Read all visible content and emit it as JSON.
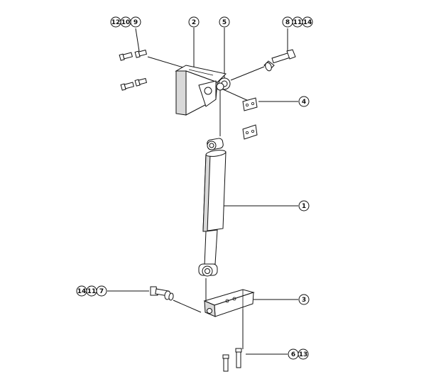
{
  "callouts": {
    "c1": "1",
    "c2": "2",
    "c3": "3",
    "c4": "4",
    "c5": "5",
    "c6": "6",
    "c7": "7",
    "c8": "8",
    "c9": "9",
    "c10": "10",
    "c11a": "11",
    "c11b": "11",
    "c12": "12",
    "c13": "13",
    "c14a": "14",
    "c14b": "14"
  },
  "colors": {
    "line": "#111111",
    "shade": "#d9d9d9",
    "background": "#ffffff"
  }
}
